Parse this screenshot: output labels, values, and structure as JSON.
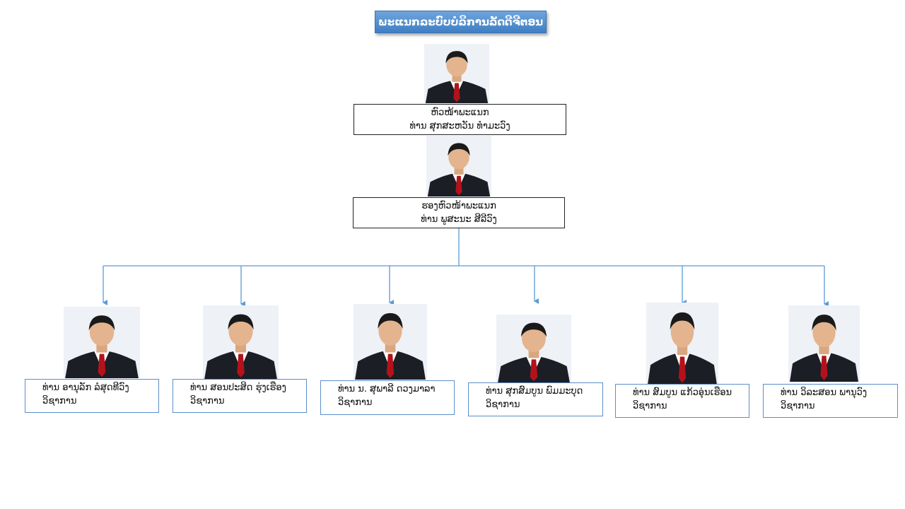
{
  "title": "ພະແນກລະບົບບໍລິການລັດດີຈີຕອນ",
  "head": {
    "role": "ຫົວໜ້າພະແນກ",
    "name": "ທ່ານ ສຸກສະຫວັນ ທຳມະວົງ"
  },
  "deputy": {
    "role": "ຮອງຫົວໜ້າພະແນກ",
    "name": "ທ່ານ ພູສະນະ ສີລີວົງ"
  },
  "staff": [
    {
      "name": "ທ່ານ ອານຸລັກ ລໍສຸດທີວົງ",
      "role": "ວິຊາການ"
    },
    {
      "name": "ທ່ານ ສອນປະສິດ ຮຸ່ງເຮືອງ",
      "role": "ວິຊາການ"
    },
    {
      "name": "ທ່ານ ນ. ສຸພາລີ ດວງມາລາ",
      "role": "ວິຊາການ"
    },
    {
      "name": "ທ່ານ ສຸກສົມບູນ ພົມມະບຸດ",
      "role": "ວິຊາການ"
    },
    {
      "name": "ທ່ານ ສົມບູນ ແກ້ວອຸ່ນເຮືອນ",
      "role": "ວິຊາການ"
    },
    {
      "name": "ທ່ານ ວິລະສອນ ພານຸວົງ",
      "role": "ວິຊາການ"
    }
  ],
  "colors": {
    "connector": "#5b9bd5",
    "title_bg": "#4f8fd1",
    "suit": "#1c1e26",
    "tie": "#b3121b"
  }
}
